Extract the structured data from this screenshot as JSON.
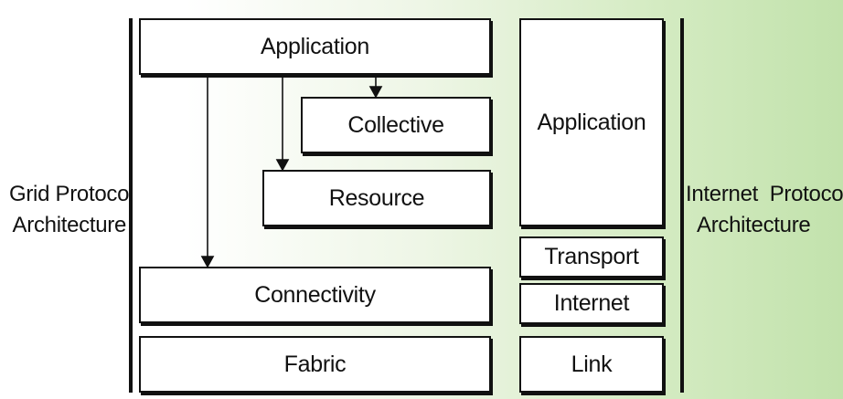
{
  "grid_label": [
    "Grid Protocol",
    "Architecture"
  ],
  "internet_label": [
    "Internet  Protocol",
    "Architecture"
  ],
  "grid_layers": {
    "application": "Application",
    "collective": "Collective",
    "resource": "Resource",
    "connectivity": "Connectivity",
    "fabric": "Fabric"
  },
  "internet_layers": {
    "application": "Application",
    "transport": "Transport",
    "internet": "Internet",
    "link": "Link"
  }
}
